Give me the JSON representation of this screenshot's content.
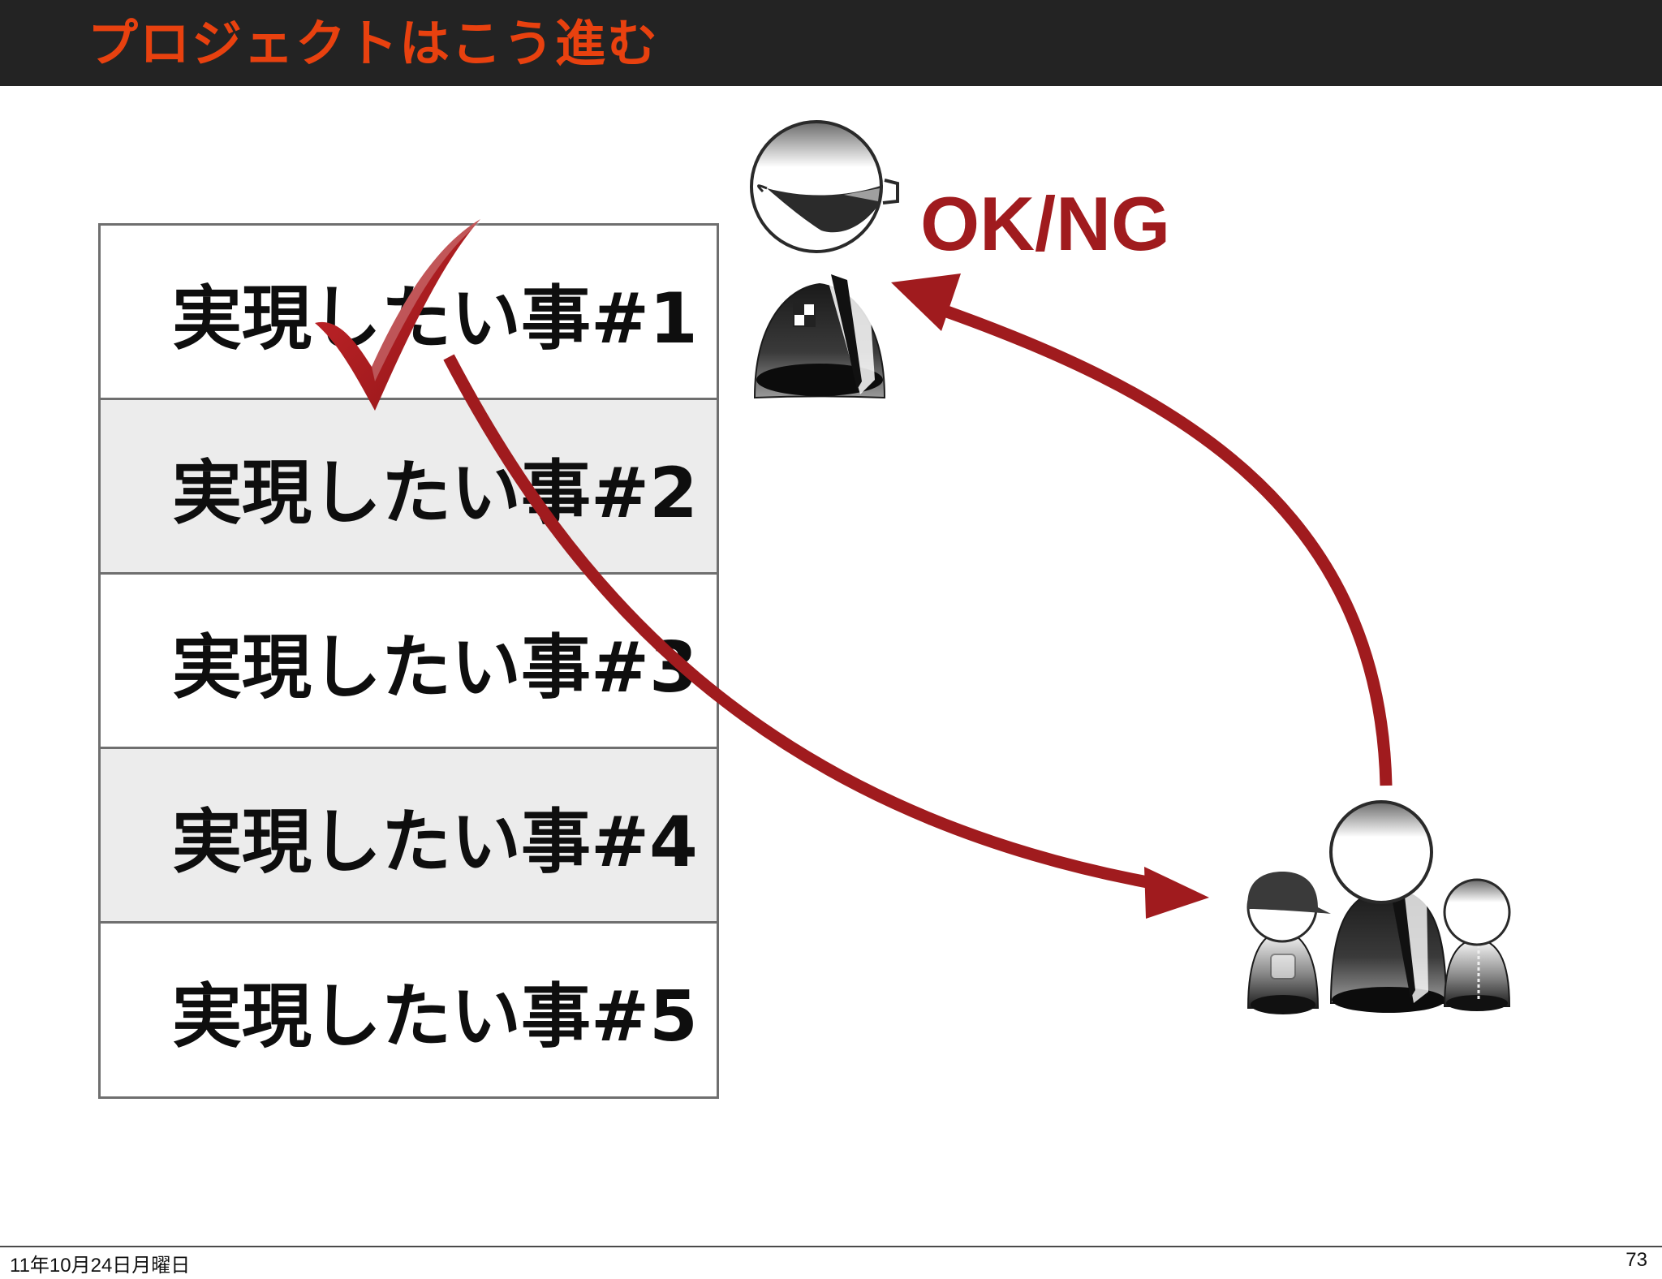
{
  "slide": {
    "title": "プロジェクトはこう進む",
    "wishes": [
      {
        "label": "実現したい事#1"
      },
      {
        "label": "実現したい事#2"
      },
      {
        "label": "実現したい事#3"
      },
      {
        "label": "実現したい事#4"
      },
      {
        "label": "実現したい事#5"
      }
    ],
    "approval_label": "OK/NG",
    "footer_date": "11年10月24日月曜日",
    "page_number": "73"
  },
  "icons": {
    "checkmark": "checkmark-icon",
    "approver": "approver-person-icon",
    "team": "team-people-icon"
  },
  "colors": {
    "title_bar": "#232323",
    "title_text": "#e8410f",
    "accent_red": "#a01b1e",
    "row_shade": "#ececec"
  }
}
